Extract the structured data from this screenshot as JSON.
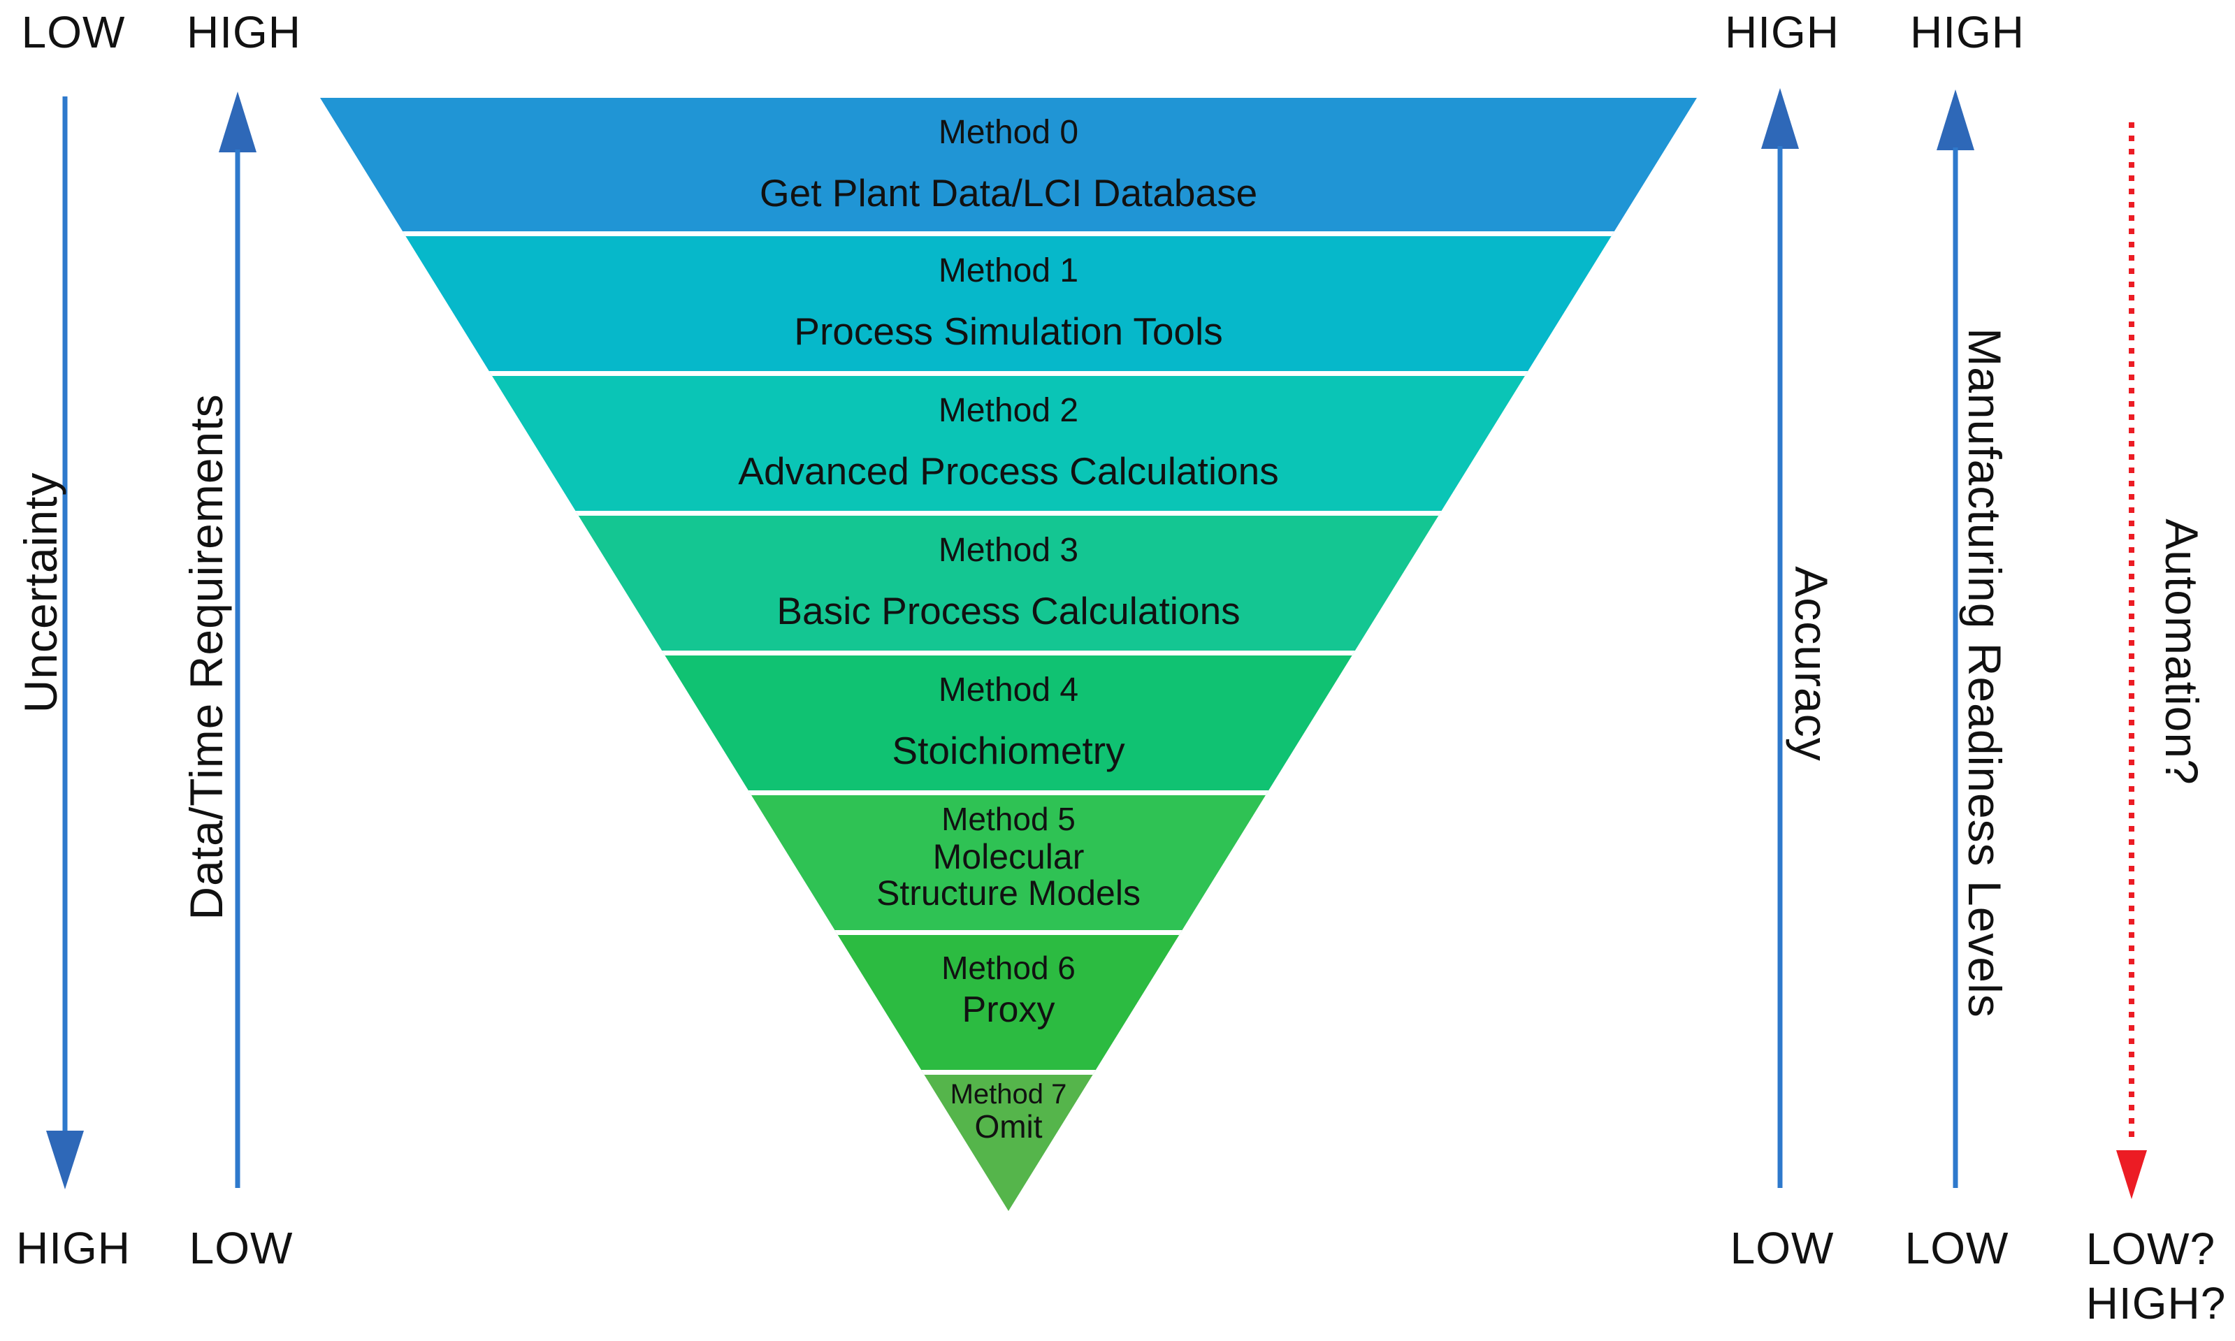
{
  "funnel": {
    "layers": [
      {
        "caption": "Method 0",
        "line1": "Get Plant Data/LCI Database",
        "line2": "",
        "color": "#2095D5"
      },
      {
        "caption": "Method 1",
        "line1": "Process Simulation Tools",
        "line2": "",
        "color": "#06B8CA"
      },
      {
        "caption": "Method 2",
        "line1": "Advanced Process Calculations",
        "line2": "",
        "color": "#0AC5B6"
      },
      {
        "caption": "Method 3",
        "line1": "Basic Process Calculations",
        "line2": "",
        "color": "#14C692"
      },
      {
        "caption": "Method 4",
        "line1": "Stoichiometry",
        "line2": "",
        "color": "#10C272"
      },
      {
        "caption": "Method 5",
        "line1": "Molecular",
        "line2": "Structure Models",
        "color": "#2FC254"
      },
      {
        "caption": "Method 6",
        "line1": "Proxy",
        "line2": "",
        "color": "#2CBB41"
      },
      {
        "caption": "Method 7",
        "line1": "Omit",
        "line2": "",
        "color": "#55B54B"
      }
    ]
  },
  "axes": {
    "uncertainty": {
      "label": "Uncertainty",
      "top": "LOW",
      "bottom": "HIGH",
      "direction": "down"
    },
    "data_time": {
      "label": "Data/Time Requirements",
      "top": "HIGH",
      "bottom": "LOW",
      "direction": "up"
    },
    "accuracy": {
      "label": "Accuracy",
      "top": "HIGH",
      "bottom": "LOW",
      "direction": "up"
    },
    "mrl": {
      "label": "Manufacturing Readiness Levels",
      "top": "HIGH",
      "bottom": "LOW",
      "direction": "up"
    },
    "automation": {
      "label": "Automation?",
      "bottom_line1": "LOW?",
      "bottom_line2": "HIGH?",
      "direction": "down"
    }
  },
  "colors": {
    "arrow_line": "#2E79CC",
    "arrow_head": "#2E68B8",
    "automation_arrow": "#EC1C24",
    "text": "#111111",
    "gap": "#FFFFFF"
  }
}
